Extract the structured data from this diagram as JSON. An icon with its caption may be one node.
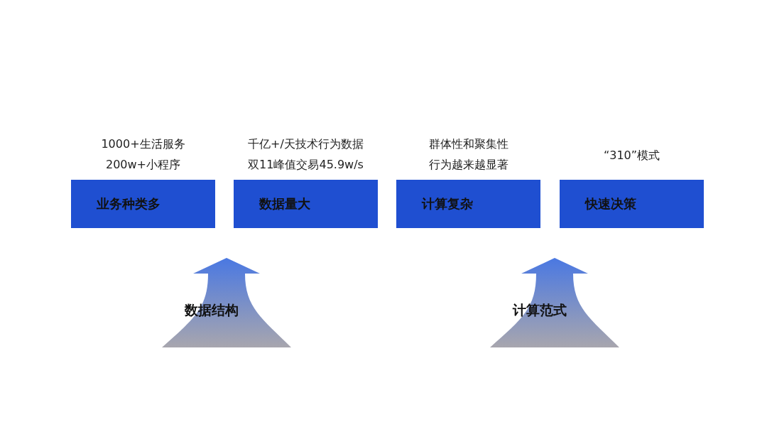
{
  "diagram": {
    "nodes": [
      {
        "text": [
          "业务种类多"
        ],
        "beside": [
          "1000+生活服务",
          "200w+小程序"
        ]
      },
      {
        "text": [
          "数据量大"
        ],
        "beside": [
          "千亿+/天技术行为数据",
          "双11峰值交易45.9w/s"
        ]
      },
      {
        "text": [
          "计算复杂"
        ],
        "beside": [
          "群体性和聚集性",
          "行为越来越显著"
        ]
      },
      {
        "text": [
          "快速决策"
        ],
        "beside": [
          "“310”模式"
        ]
      },
      {
        "text": [
          "数据结构"
        ]
      },
      {
        "text": [
          "计算范式"
        ]
      }
    ]
  }
}
